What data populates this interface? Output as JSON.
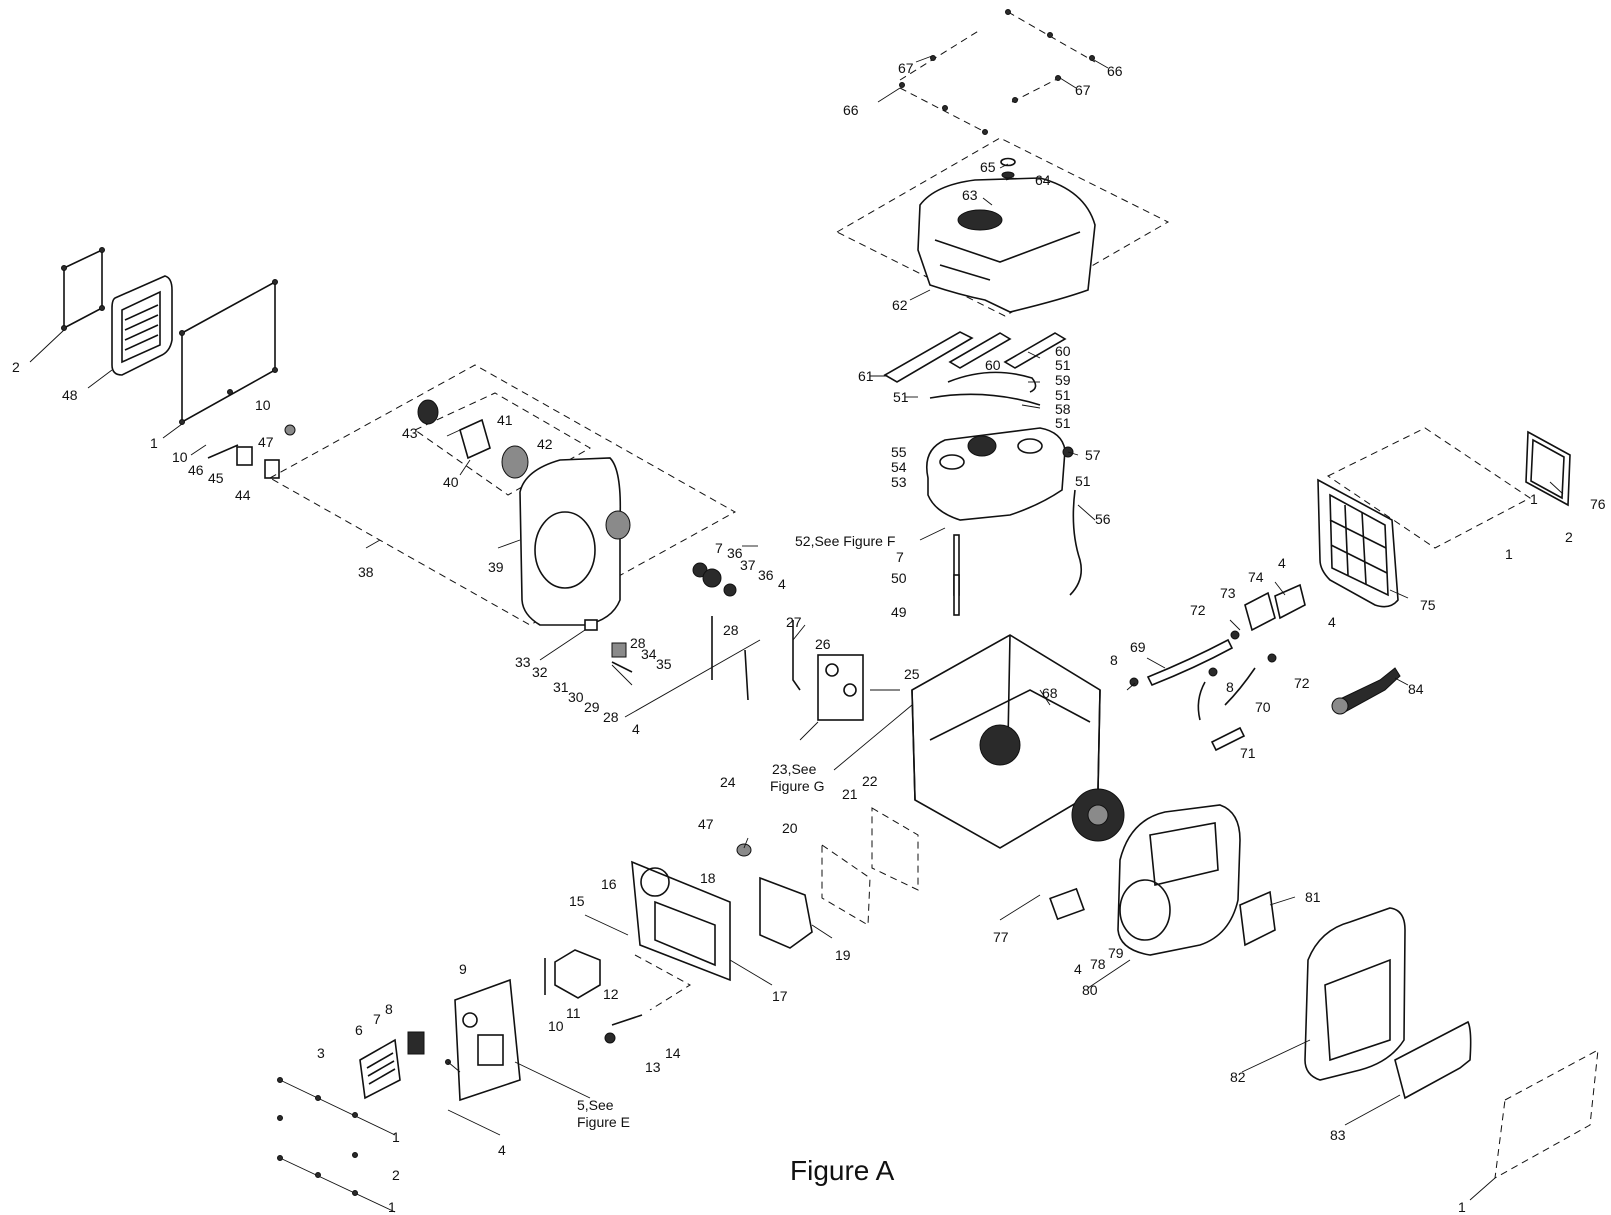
{
  "figure": {
    "caption": "Figure A"
  },
  "callouts": [
    {
      "id": "c66a",
      "text": "66"
    },
    {
      "id": "c67a",
      "text": "67"
    },
    {
      "id": "c67b",
      "text": "67"
    },
    {
      "id": "c66b",
      "text": "66"
    },
    {
      "id": "c65",
      "text": "65"
    },
    {
      "id": "c64",
      "text": "64"
    },
    {
      "id": "c63",
      "text": "63"
    },
    {
      "id": "c62",
      "text": "62"
    },
    {
      "id": "c61",
      "text": "61"
    },
    {
      "id": "c60a",
      "text": "60"
    },
    {
      "id": "c60b",
      "text": "60"
    },
    {
      "id": "c51a",
      "text": "51"
    },
    {
      "id": "c59",
      "text": "59"
    },
    {
      "id": "c51b",
      "text": "51"
    },
    {
      "id": "c51c",
      "text": "51"
    },
    {
      "id": "c58",
      "text": "58"
    },
    {
      "id": "c51d",
      "text": "51"
    },
    {
      "id": "c55",
      "text": "55"
    },
    {
      "id": "c54",
      "text": "54"
    },
    {
      "id": "c53",
      "text": "53"
    },
    {
      "id": "c57",
      "text": "57"
    },
    {
      "id": "c51e",
      "text": "51"
    },
    {
      "id": "c56",
      "text": "56"
    },
    {
      "id": "c52",
      "text": "52,See Figure F"
    },
    {
      "id": "c7a",
      "text": "7"
    },
    {
      "id": "c50",
      "text": "50"
    },
    {
      "id": "c49",
      "text": "49"
    },
    {
      "id": "c2a",
      "text": "2"
    },
    {
      "id": "c48",
      "text": "48"
    },
    {
      "id": "c10a",
      "text": "10"
    },
    {
      "id": "c1a",
      "text": "1"
    },
    {
      "id": "c10b",
      "text": "10"
    },
    {
      "id": "c47a",
      "text": "47"
    },
    {
      "id": "c46",
      "text": "46"
    },
    {
      "id": "c45",
      "text": "45"
    },
    {
      "id": "c44",
      "text": "44"
    },
    {
      "id": "c43",
      "text": "43"
    },
    {
      "id": "c41",
      "text": "41"
    },
    {
      "id": "c42",
      "text": "42"
    },
    {
      "id": "c40",
      "text": "40"
    },
    {
      "id": "c38",
      "text": "38"
    },
    {
      "id": "c39",
      "text": "39"
    },
    {
      "id": "c7b",
      "text": "7"
    },
    {
      "id": "c36a",
      "text": "36"
    },
    {
      "id": "c37",
      "text": "37"
    },
    {
      "id": "c36b",
      "text": "36"
    },
    {
      "id": "c4a",
      "text": "4"
    },
    {
      "id": "c33",
      "text": "33"
    },
    {
      "id": "c32",
      "text": "32"
    },
    {
      "id": "c28a",
      "text": "28"
    },
    {
      "id": "c34",
      "text": "34"
    },
    {
      "id": "c35",
      "text": "35"
    },
    {
      "id": "c28b",
      "text": "28"
    },
    {
      "id": "c27",
      "text": "27"
    },
    {
      "id": "c26",
      "text": "26"
    },
    {
      "id": "c31",
      "text": "31"
    },
    {
      "id": "c30",
      "text": "30"
    },
    {
      "id": "c29",
      "text": "29"
    },
    {
      "id": "c28c",
      "text": "28"
    },
    {
      "id": "c4b",
      "text": "4"
    },
    {
      "id": "c25",
      "text": "25"
    },
    {
      "id": "c24",
      "text": "24"
    },
    {
      "id": "c23a",
      "text": "23,See"
    },
    {
      "id": "c23b",
      "text": "Figure G"
    },
    {
      "id": "c22",
      "text": "22"
    },
    {
      "id": "c21",
      "text": "21"
    },
    {
      "id": "c20",
      "text": "20"
    },
    {
      "id": "c47b",
      "text": "47"
    },
    {
      "id": "c16",
      "text": "16"
    },
    {
      "id": "c18",
      "text": "18"
    },
    {
      "id": "c15",
      "text": "15"
    },
    {
      "id": "c19",
      "text": "19"
    },
    {
      "id": "c17",
      "text": "17"
    },
    {
      "id": "c9",
      "text": "9"
    },
    {
      "id": "c12",
      "text": "12"
    },
    {
      "id": "c11",
      "text": "11"
    },
    {
      "id": "c10c",
      "text": "10"
    },
    {
      "id": "c8a",
      "text": "8"
    },
    {
      "id": "c7c",
      "text": "7"
    },
    {
      "id": "c6",
      "text": "6"
    },
    {
      "id": "c3",
      "text": "3"
    },
    {
      "id": "c14",
      "text": "14"
    },
    {
      "id": "c13",
      "text": "13"
    },
    {
      "id": "c5a",
      "text": "5,See"
    },
    {
      "id": "c5b",
      "text": "Figure E"
    },
    {
      "id": "c1b",
      "text": "1"
    },
    {
      "id": "c4c",
      "text": "4"
    },
    {
      "id": "c2b",
      "text": "2"
    },
    {
      "id": "c1c",
      "text": "1"
    },
    {
      "id": "c8b",
      "text": "8"
    },
    {
      "id": "c69",
      "text": "69"
    },
    {
      "id": "c72a",
      "text": "72"
    },
    {
      "id": "c73",
      "text": "73"
    },
    {
      "id": "c74",
      "text": "74"
    },
    {
      "id": "c4d",
      "text": "4"
    },
    {
      "id": "c4e",
      "text": "4"
    },
    {
      "id": "c8c",
      "text": "8"
    },
    {
      "id": "c72b",
      "text": "72"
    },
    {
      "id": "c70",
      "text": "70"
    },
    {
      "id": "c71",
      "text": "71"
    },
    {
      "id": "c68",
      "text": "68"
    },
    {
      "id": "c84",
      "text": "84"
    },
    {
      "id": "c75",
      "text": "75"
    },
    {
      "id": "c1d",
      "text": "1"
    },
    {
      "id": "c2c",
      "text": "2"
    },
    {
      "id": "c1e",
      "text": "1"
    },
    {
      "id": "c76",
      "text": "76"
    },
    {
      "id": "c77",
      "text": "77"
    },
    {
      "id": "c4f",
      "text": "4"
    },
    {
      "id": "c78",
      "text": "78"
    },
    {
      "id": "c79",
      "text": "79"
    },
    {
      "id": "c80",
      "text": "80"
    },
    {
      "id": "c81",
      "text": "81"
    },
    {
      "id": "c82",
      "text": "82"
    },
    {
      "id": "c83",
      "text": "83"
    },
    {
      "id": "c1f",
      "text": "1"
    }
  ]
}
